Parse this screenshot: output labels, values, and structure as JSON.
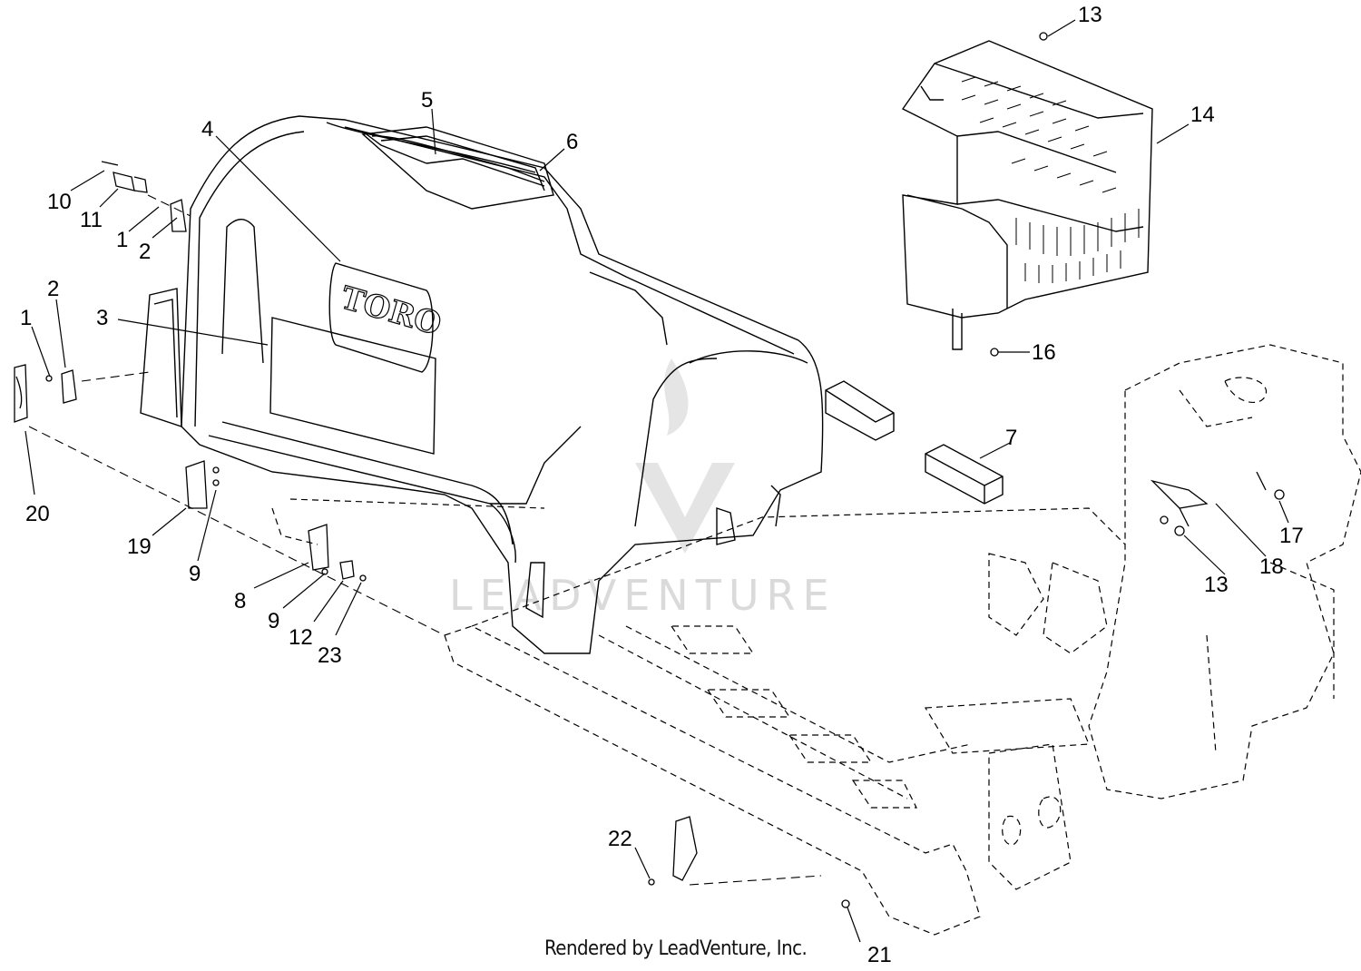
{
  "diagram": {
    "brand_label": "TORO",
    "watermark_text": "LEADVENTURE",
    "footer": "Rendered by LeadVenture, Inc.",
    "colors": {
      "line": "#000000",
      "watermark": "#d6d6d6",
      "background": "#ffffff"
    }
  },
  "callouts": {
    "c13a": "13",
    "c14": "14",
    "c5": "5",
    "c6": "6",
    "c4": "4",
    "c10": "10",
    "c11": "11",
    "c1a": "1",
    "c2a": "2",
    "c2b": "2",
    "c1b": "1",
    "c3": "3",
    "c16": "16",
    "c7": "7",
    "c20": "20",
    "c19": "19",
    "c9a": "9",
    "c8": "8",
    "c9b": "9",
    "c12": "12",
    "c23": "23",
    "c17": "17",
    "c18": "18",
    "c13b": "13",
    "c22": "22",
    "c21": "21"
  }
}
